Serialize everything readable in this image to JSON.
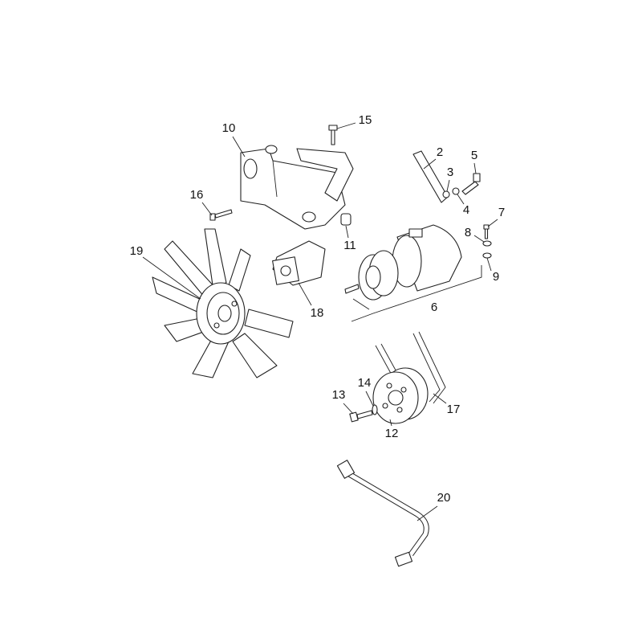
{
  "diagram": {
    "callouts": [
      {
        "id": "10",
        "text": "10"
      },
      {
        "id": "15",
        "text": "15"
      },
      {
        "id": "2",
        "text": "2"
      },
      {
        "id": "5",
        "text": "5"
      },
      {
        "id": "3",
        "text": "3"
      },
      {
        "id": "4",
        "text": "4"
      },
      {
        "id": "16",
        "text": "16"
      },
      {
        "id": "7",
        "text": "7"
      },
      {
        "id": "8",
        "text": "8"
      },
      {
        "id": "9",
        "text": "9"
      },
      {
        "id": "11",
        "text": "11"
      },
      {
        "id": "19",
        "text": "19"
      },
      {
        "id": "18",
        "text": "18"
      },
      {
        "id": "6",
        "text": "6"
      },
      {
        "id": "14",
        "text": "14"
      },
      {
        "id": "13",
        "text": "13"
      },
      {
        "id": "17",
        "text": "17"
      },
      {
        "id": "12",
        "text": "12"
      },
      {
        "id": "20",
        "text": "20"
      }
    ],
    "parts": [
      "fan",
      "mounting-bracket",
      "bolt",
      "adjuster-strap",
      "nut",
      "washer",
      "spacer",
      "adapter-plate",
      "compressor",
      "crank-pulley",
      "drive-belt",
      "hose"
    ]
  }
}
